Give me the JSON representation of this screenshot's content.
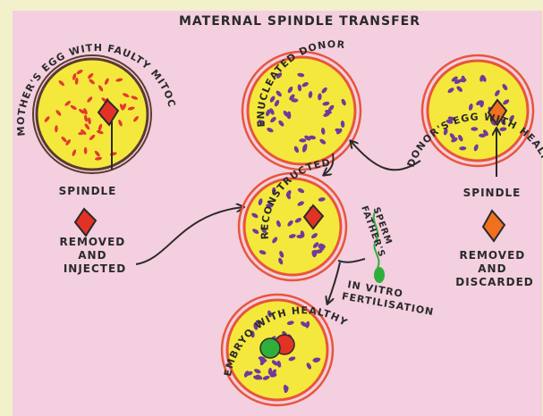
{
  "title": "MATERNAL SPINDLE TRANSFER",
  "colors": {
    "paper": "#f3cfe0",
    "border": "#f3f0cc",
    "cytoplasm": "#f5e83c",
    "membrane_red": "#e8553a",
    "membrane_dark": "#5a3b2e",
    "mito_purple": "#6e3a9c",
    "mito_red": "#e23a30",
    "spindle_red": "#e23226",
    "spindle_orange": "#f0701e",
    "nucleus_green": "#2fae3a",
    "ink": "#2a2a2a"
  },
  "cells": {
    "mother_egg": {
      "arc_label": "MOTHER'S EGG WITH FAULTY MITOCHONDRIA"
    },
    "enucleated": {
      "arc_label": "ENUCLEATED DONOR EGG"
    },
    "donor_egg": {
      "arc_label": "DONOR'S EGG WITH HEALTHY MITOCHONDRIA"
    },
    "reconstructed": {
      "arc_label": "RECONSTRUCTED EGG"
    },
    "embryo": {
      "arc_label": "EMBRYO WITH HEALTHY MITOCHONDRIA"
    }
  },
  "labels": {
    "spindle_left": "SPINDLE",
    "removed_injected": [
      "REMOVED",
      "AND",
      "INJECTED"
    ],
    "spindle_right": "SPINDLE",
    "removed_discarded": [
      "REMOVED",
      "AND",
      "DISCARDED"
    ],
    "fathers_sperm": [
      "FATHER'S",
      "SPERM"
    ],
    "ivf": [
      "IN VITRO",
      "FERTILISATION"
    ]
  }
}
